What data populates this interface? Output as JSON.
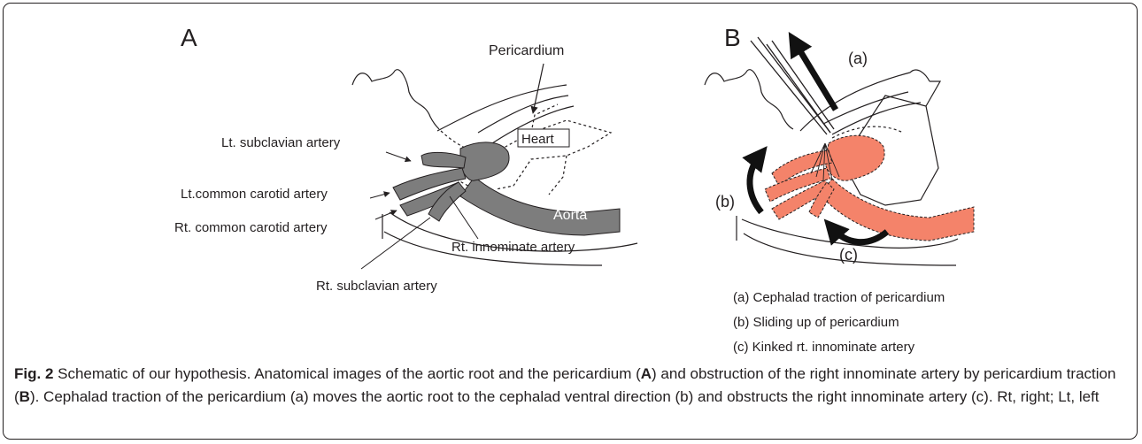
{
  "panel_a": {
    "label": "A",
    "pericardium": "Pericardium",
    "heart": "Heart",
    "aorta": "Aorta",
    "lt_subclavian": "Lt. subclavian artery",
    "lt_common_carotid": "Lt.common carotid artery",
    "rt_common_carotid": "Rt. common carotid artery",
    "rt_innominate": "Rt. innominate artery",
    "rt_subclavian": "Rt. subclavian artery"
  },
  "panel_b": {
    "label": "B",
    "arrow_a": "(a)",
    "arrow_b": "(b)",
    "arrow_c": "(c)"
  },
  "legend": [
    "(a) Cephalad traction of pericardium",
    "(b) Sliding up of pericardium",
    "(c) Kinked rt. innominate artery"
  ],
  "caption": {
    "fig_label": "Fig. 2",
    "part1": " Schematic of our hypothesis. Anatomical images of the aortic root and the pericardium (",
    "bold_a": "A",
    "part2": ") and obstruction of the right innominate artery by pericardium traction (",
    "bold_b": "B",
    "part3": "). Cephalad traction of the pericardium (a) moves the aortic root to the cephalad ventral direction (b) and obstructs the right innominate artery (c). Rt, right; Lt, left"
  },
  "colors": {
    "vessel_a": "#7d7d7d",
    "vessel_b": "#f4836a",
    "line": "#231f20"
  }
}
